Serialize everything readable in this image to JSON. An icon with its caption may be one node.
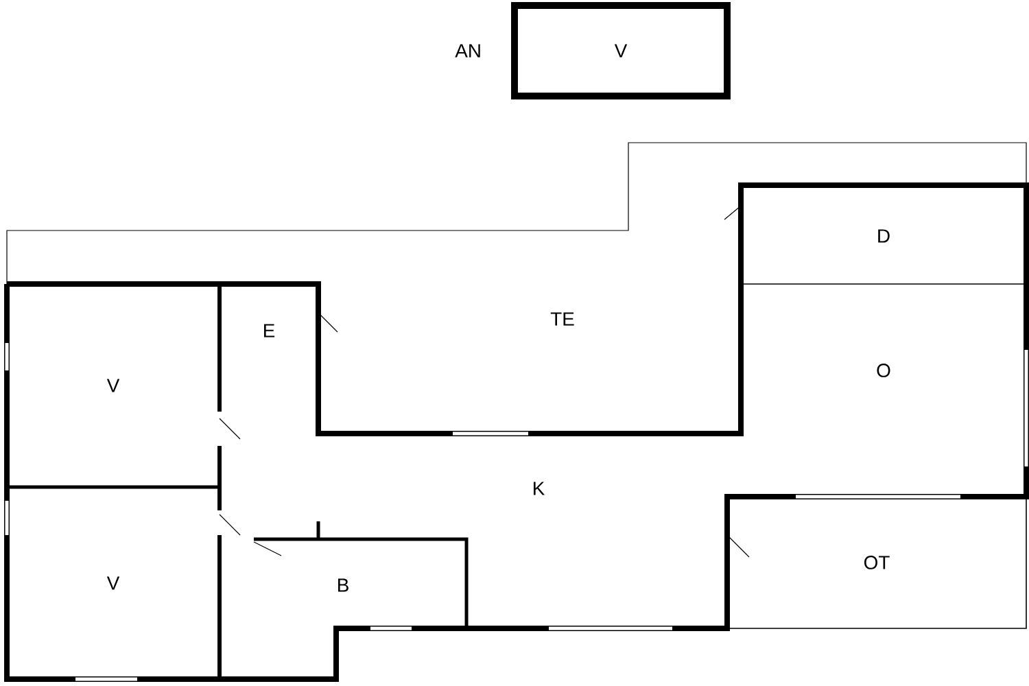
{
  "diagram": {
    "nodes": [
      {
        "text": [
          "V"
        ],
        "beside": [
          "AN"
        ]
      },
      {
        "text": [
          "D"
        ]
      },
      {
        "text": [
          "TE"
        ]
      },
      {
        "text": [
          "E"
        ]
      },
      {
        "text": [
          "O"
        ]
      },
      {
        "text": [
          "V"
        ]
      },
      {
        "text": [
          "K"
        ]
      },
      {
        "text": [
          "V"
        ]
      },
      {
        "text": [
          "B"
        ]
      },
      {
        "text": [
          "OT"
        ]
      }
    ]
  }
}
